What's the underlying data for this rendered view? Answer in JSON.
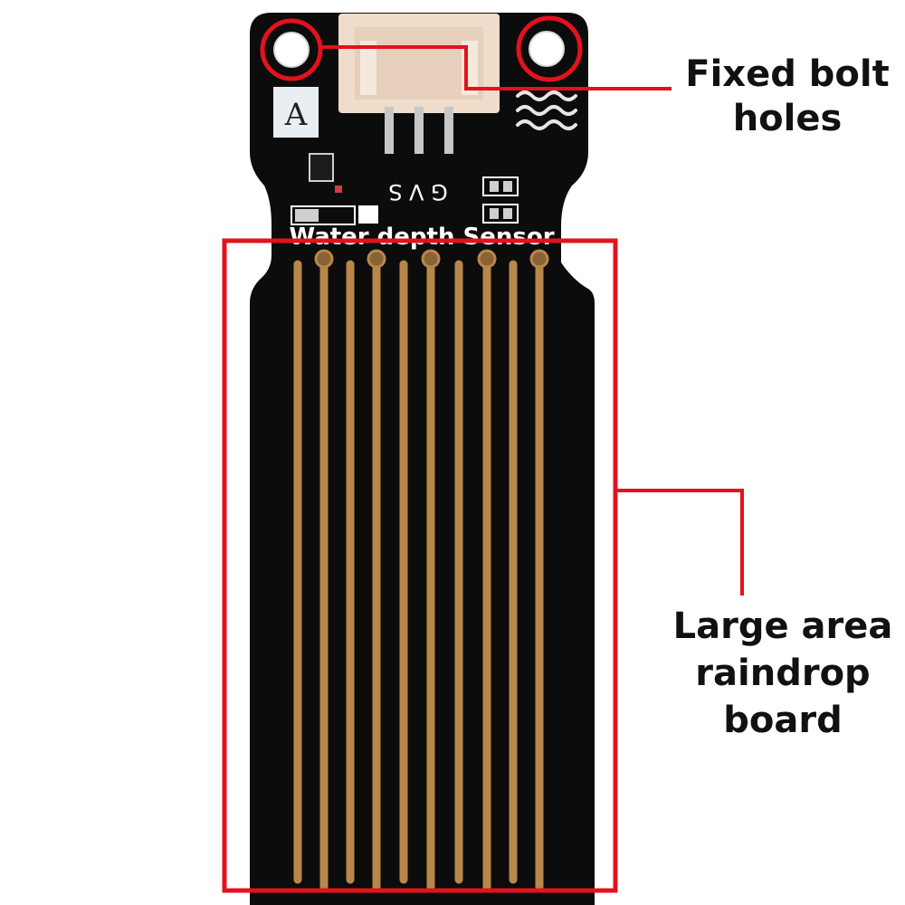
{
  "pcb": {
    "version_letter": "A",
    "pin_labels": "G V S",
    "sensor_name": "Water depth Sensor"
  },
  "callouts": {
    "bolt_holes": {
      "line1": "Fixed bolt",
      "line2": "holes"
    },
    "raindrop_board": {
      "line1": "Large area",
      "line2": "raindrop",
      "line3": "board"
    }
  },
  "colors": {
    "highlight": "#e3121c",
    "pcb": "#0c0c0c",
    "copper": "#b8874a",
    "connector": "#efdccb"
  }
}
